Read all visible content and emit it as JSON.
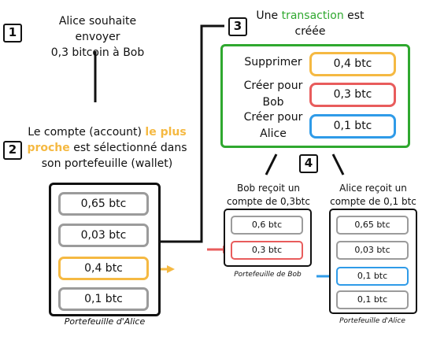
{
  "steps": [
    "1",
    "2",
    "3",
    "4"
  ],
  "step1": {
    "line1": "Alice souhaite envoyer",
    "line2": "0,3 bitcoin à Bob"
  },
  "step2": {
    "part1": "Le compte (account) ",
    "highlight1": "le plus",
    "highlight2": "proche",
    "part2": " est sélectionné dans",
    "line3": "son portefeuille (wallet)"
  },
  "step3": {
    "prefix": "Une ",
    "highlight": "transaction",
    "suffix": " est",
    "line2": "créée"
  },
  "transaction": {
    "rows": [
      {
        "label1": "Supprimer",
        "label2": "",
        "value": "0,4 btc",
        "color": "#f5b942"
      },
      {
        "label1": "Créer pour",
        "label2": "Bob",
        "value": "0,3 btc",
        "color": "#e85c5c"
      },
      {
        "label1": "Créer pour",
        "label2": "Alice",
        "value": "0,1 btc",
        "color": "#2f9be8"
      }
    ]
  },
  "alice_wallet": {
    "coins": [
      "0,65 btc",
      "0,03 btc",
      "0,4 btc",
      "0,1 btc"
    ],
    "caption": "Portefeuille d'Alice"
  },
  "bob_result": {
    "header1": "Bob reçoit un",
    "header2": "compte de 0,3btc",
    "coins": [
      "0,6 btc",
      "0,3 btc"
    ],
    "caption": "Portefeuille de Bob"
  },
  "alice_result": {
    "header1": "Alice reçoit un",
    "header2": "compte de 0,1 btc",
    "coins": [
      "0,65 btc",
      "0,03 btc",
      "0,1 btc",
      "0,1 btc"
    ],
    "caption": "Portefeuille d'Alice"
  },
  "colors": {
    "selected": "#f5b942",
    "bob": "#e85c5c",
    "alice": "#2f9be8",
    "transaction": "#2fa82f",
    "default_coin": "#9b9b9b"
  }
}
